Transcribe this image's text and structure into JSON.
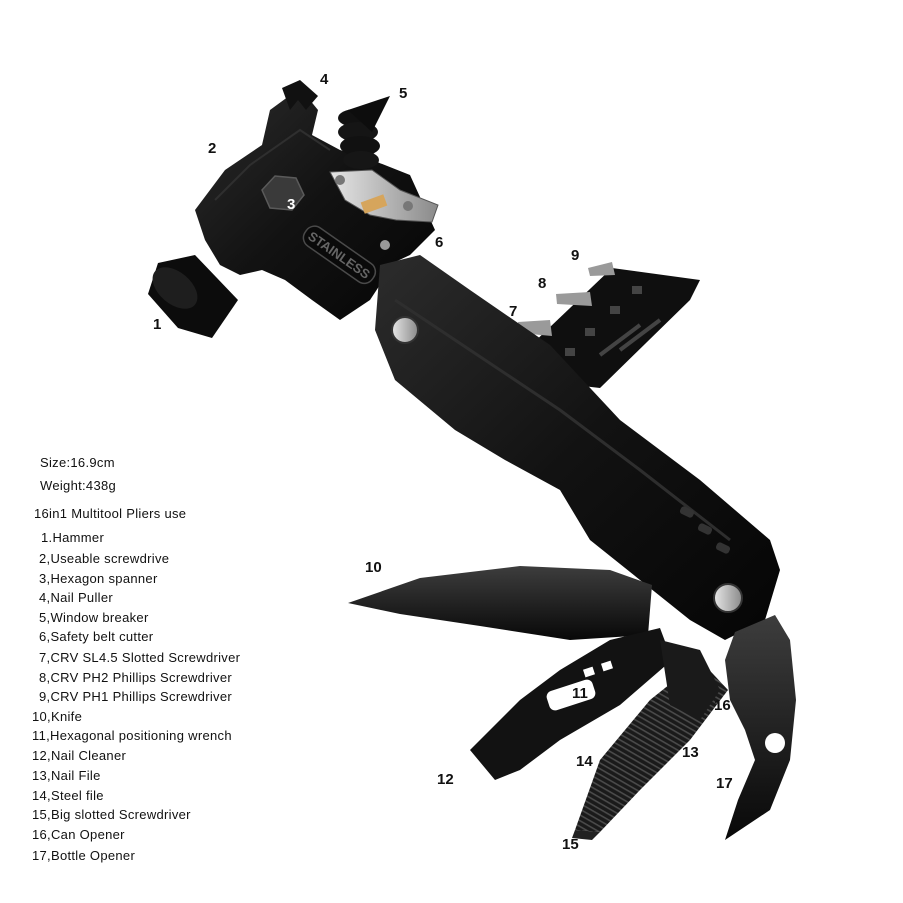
{
  "size": "Size:16.9cm",
  "weight": "Weight:438g",
  "heading": "16in1 Multitool Pliers use",
  "brand_stamp": "STAINLESS",
  "parts": [
    "1.Hammer",
    "2,Useable screwdrive",
    "3,Hexagon spanner",
    "4,Nail Puller",
    "5,Window breaker",
    "6,Safety belt cutter",
    "7,CRV SL4.5 Slotted Screwdriver",
    "8,CRV PH2 Phillips Screwdriver",
    "9,CRV PH1 Phillips Screwdriver",
    "10,Knife",
    "11,Hexagonal positioning wrench",
    "12,Nail Cleaner",
    "13,Nail File",
    "14,Steel file",
    "15,Big slotted Screwdriver",
    "16,Can Opener",
    "17,Bottle Opener"
  ],
  "callouts": [
    "1",
    "2",
    "3",
    "4",
    "5",
    "6",
    "7",
    "8",
    "9",
    "10",
    "11",
    "12",
    "13",
    "14",
    "15",
    "16",
    "17"
  ],
  "colors": {
    "body": "#111111",
    "highlight": "#3a3a3a",
    "metal": "#b9b9b9",
    "bit": "#8c8c8c"
  }
}
